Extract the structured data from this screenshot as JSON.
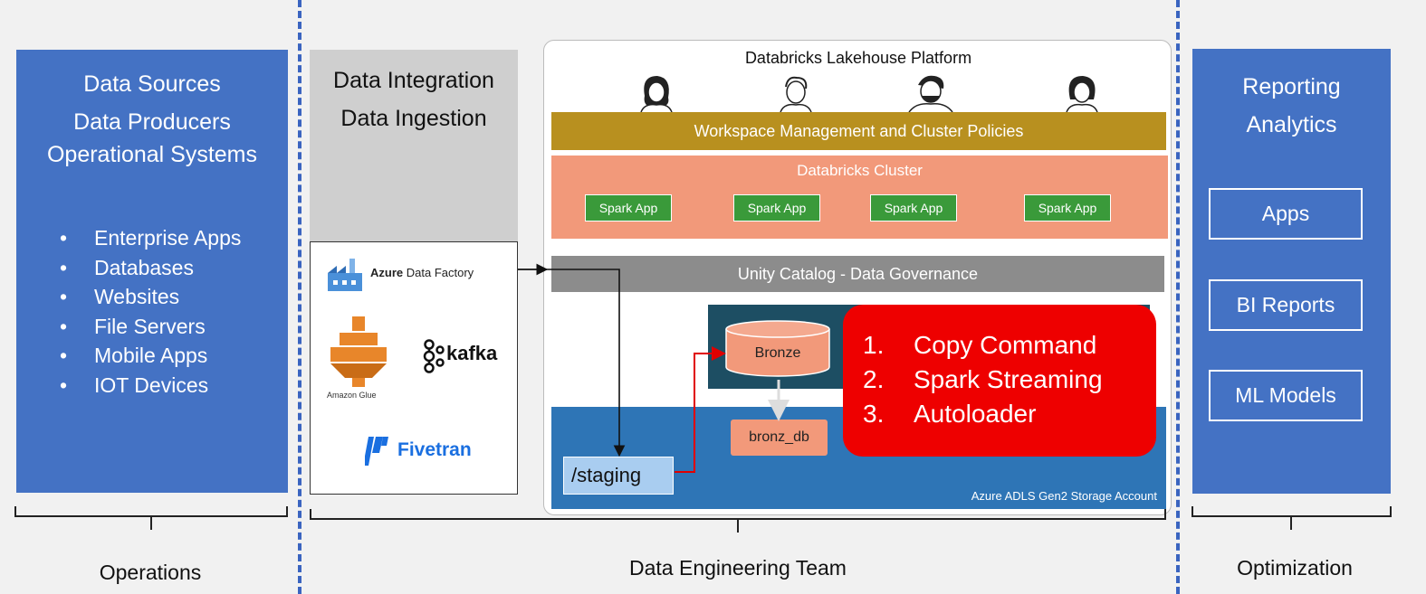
{
  "sources": {
    "lines": [
      "Data Sources",
      "Data Producers",
      "Operational Systems"
    ],
    "items": [
      "Enterprise Apps",
      "Databases",
      "Websites",
      "File Servers",
      "Mobile Apps",
      "IOT Devices"
    ]
  },
  "ingestion": {
    "lines": [
      "Data Integration",
      "Data Ingestion"
    ],
    "azure_df_bold": "Azure",
    "azure_df_rest": "Data Factory",
    "glue_label": "Amazon Glue",
    "kafka_label": "kafka",
    "fivetran_label": "Fivetran"
  },
  "platform": {
    "title": "Databricks Lakehouse Platform",
    "workspace_label": "Workspace Management and Cluster Policies",
    "cluster_label": "Databricks Cluster",
    "spark_apps": [
      "Spark App",
      "Spark App",
      "Spark App",
      "Spark App"
    ],
    "unity_label": "Unity Catalog - Data Governance",
    "bronze_label": "Bronze",
    "bronz_db_label": "bronz_db",
    "staging_label": "/staging",
    "storage_label": "Azure ADLS Gen2 Storage Account"
  },
  "methods": {
    "items": [
      {
        "num": "1.",
        "label": "Copy Command"
      },
      {
        "num": "2.",
        "label": "Spark Streaming"
      },
      {
        "num": "3.",
        "label": "Autoloader"
      }
    ]
  },
  "reporting": {
    "lines": [
      "Reporting",
      "Analytics"
    ],
    "boxes": [
      "Apps",
      "BI Reports",
      "ML Models"
    ]
  },
  "teams": {
    "left": "Operations",
    "middle": "Data Engineering Team",
    "right": "Optimization"
  },
  "colors": {
    "panel_blue": "#4472c4",
    "workspace_bar": "#b8901f",
    "cluster_bg": "#f2997a",
    "spark_green": "#3a9a3a",
    "unity_grey": "#8c8c8c",
    "storage_blue": "#2e75b6",
    "dark_teal": "#1d4e63",
    "method_red": "#ee0000"
  },
  "icons": [
    "person-icon",
    "factory-icon",
    "glue-icon",
    "kafka-icon",
    "fivetran-icon",
    "database-cylinder-icon"
  ]
}
